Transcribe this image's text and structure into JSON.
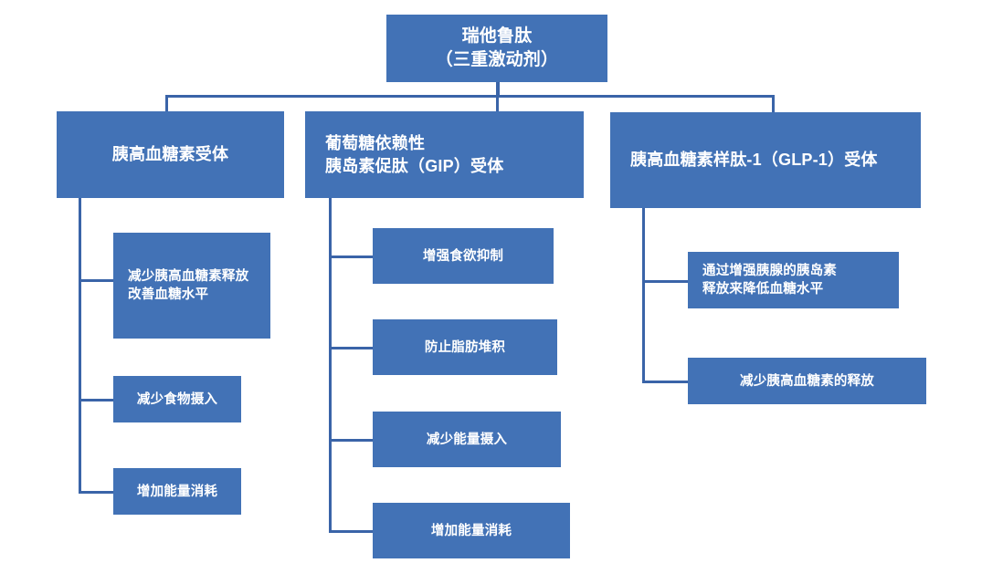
{
  "diagram": {
    "title_node": {
      "label": "瑞他鲁肽\n（三重激动剂）"
    },
    "branches": [
      {
        "label": "胰高血糖素受体",
        "children": [
          {
            "label": "减少胰高血糖素释放\n改善血糖水平"
          },
          {
            "label": "减少食物摄入"
          },
          {
            "label": "增加能量消耗"
          }
        ]
      },
      {
        "label": "葡萄糖依赖性\n胰岛素促肽（GIP）受体",
        "children": [
          {
            "label": "增强食欲抑制"
          },
          {
            "label": "防止脂肪堆积"
          },
          {
            "label": "减少能量摄入"
          },
          {
            "label": "增加能量消耗"
          }
        ]
      },
      {
        "label": "胰高血糖素样肽-1（GLP-1）受体",
        "children": [
          {
            "label": "通过增强胰腺的胰岛素\n释放来降低血糖水平"
          },
          {
            "label": "减少胰高血糖素的释放"
          }
        ]
      }
    ],
    "colors": {
      "node_fill": "#4272b6",
      "connector": "#3a64a8",
      "node_text": "#ffffff",
      "background": "#ffffff"
    }
  }
}
